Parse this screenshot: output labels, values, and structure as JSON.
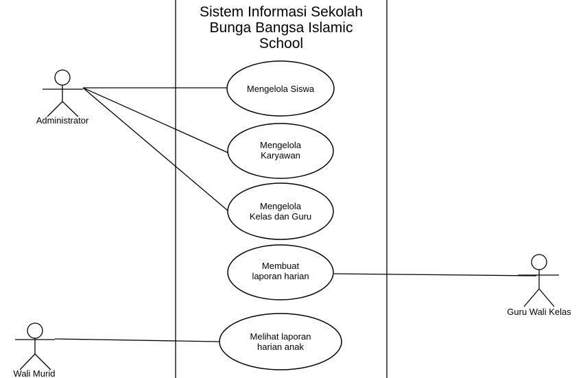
{
  "system": {
    "title_lines": [
      "Sistem Informasi Sekolah",
      "Bunga Bangsa Islamic",
      "School"
    ]
  },
  "actors": {
    "administrator": "Administrator",
    "guru": "Guru Wali Kelas",
    "wali": "Wali Murid"
  },
  "use_cases": {
    "siswa": [
      "Mengelola Siswa"
    ],
    "karyawan": [
      "Mengelola",
      "Karyawan"
    ],
    "kelas": [
      "Mengelola",
      "Kelas dan Guru"
    ],
    "laporan": [
      "Membuat",
      "laporan harian"
    ],
    "lihat": [
      "Melihat laporan",
      "harian anak"
    ]
  },
  "colors": {
    "line": "#000000",
    "background": "#ffffff"
  }
}
